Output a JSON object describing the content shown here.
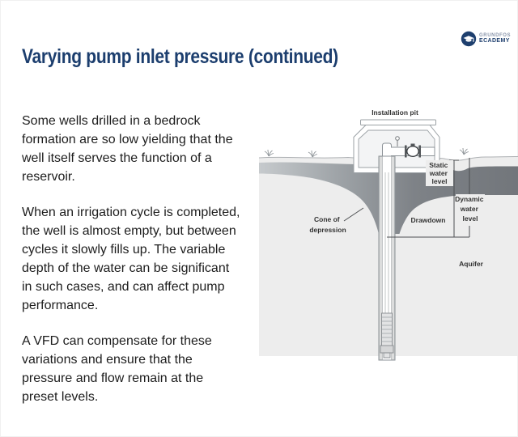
{
  "header": {
    "title": "Varying pump inlet pressure (continued)",
    "logo": {
      "brand": "GRUNDFOS",
      "sub_brand": "ECADEMY"
    }
  },
  "body": {
    "paragraphs": [
      "Some wells drilled in a bedrock\nformation are so low yielding that the\nwell itself serves the function of a\nreservoir.",
      "When an irrigation cycle is completed,\nthe well is almost empty, but between\ncycles it slowly fills up. The variable\ndepth of the water can be significant\nin such cases, and can affect pump\nperformance.",
      "A VFD can compensate for these\nvariations and ensure that the\npressure and flow remain at the\npreset levels."
    ]
  },
  "diagram": {
    "labels": {
      "installation_pit": "Installation pit",
      "static_water_level": [
        "Static",
        "water",
        "level"
      ],
      "dynamic_water_level": [
        "Dynamic",
        "water",
        "level"
      ],
      "drawdown": "Drawdown",
      "cone_of_depression": [
        "Cone of",
        "depression"
      ],
      "aquifer": "Aquifer"
    }
  },
  "colors": {
    "title_navy": "#1c3e6e",
    "logo_navy": "#1e3f6e",
    "logo_gray_blue": "#8a96ab",
    "water_band_dark": "#73777b",
    "water_band_light": "#c6cacd",
    "ground_gray": "#ededed",
    "diagram_label_text": "#333333",
    "body_text": "#1d1d1d"
  }
}
